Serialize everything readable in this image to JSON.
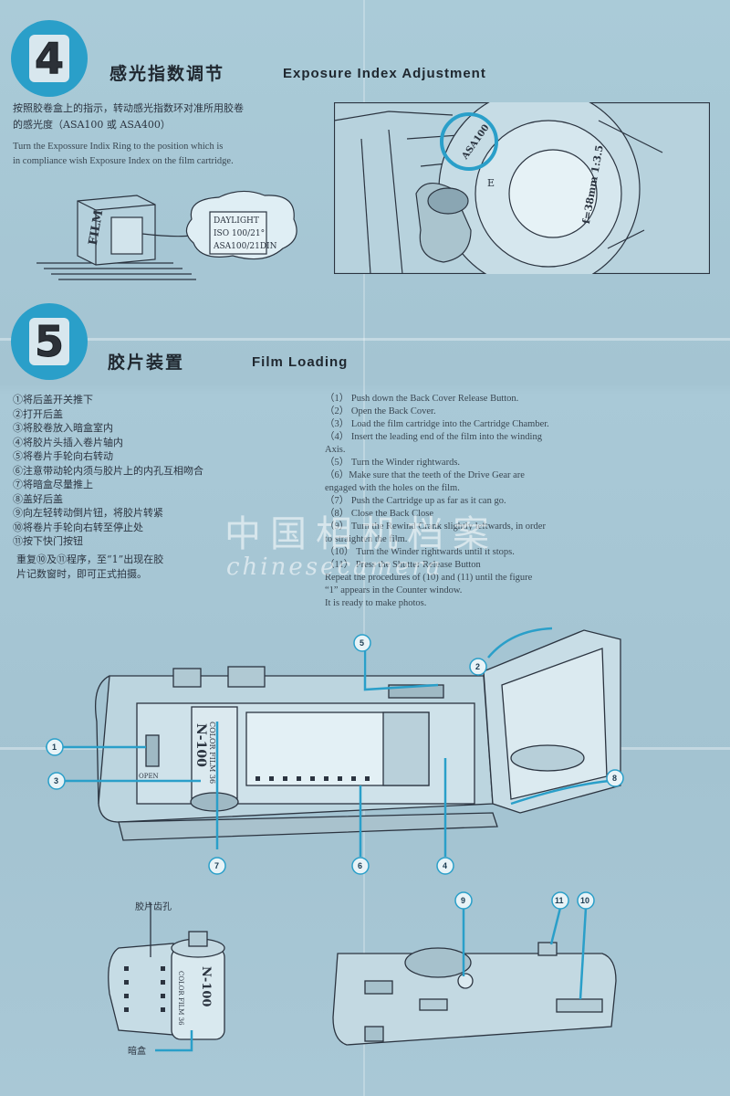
{
  "section4": {
    "number": "4",
    "title_cn": "感光指数调节",
    "title_en": "Exposure Index Adjustment",
    "text_cn_1": "按照胶卷盒上的指示，转动感光指数环对准所用胶卷",
    "text_cn_2": "的感光度（ASA100 或 ASA400）",
    "text_en_1": "Turn the Expossure Indix Ring to the position which is",
    "text_en_2": "in compliance wish Exposure Index on the film cartridge.",
    "box_label": "FILM",
    "bubble_line1": "DAYLIGHT",
    "bubble_line2": "ISO 100/21°",
    "bubble_line3": "ASA100/21DIN",
    "ring_label": "ASA100",
    "lens_label": "f=38mm 1:3.5",
    "finger_label": "E"
  },
  "section5": {
    "number": "5",
    "title_cn": "胶片装置",
    "title_en": "Film Loading",
    "steps_cn": [
      "①将后盖开关推下",
      "②打开后盖",
      "③将胶卷放入暗盒室内",
      "④将胶片头插入卷片轴内",
      "⑤将卷片手轮向右转动",
      "⑥注意带动轮内须与胶片上的内孔互相吻合",
      "⑦将暗盒尽量推上",
      "⑧盖好后盖",
      "⑨向左轻转动倒片钮，将胶片转紧",
      "⑩将卷片手轮向右转至停止处",
      "⑪按下快门按钮"
    ],
    "repeat_cn_1": "重复⑩及⑪程序，至“1”出现在胶",
    "repeat_cn_2": "片记数窗时，即可正式拍摄。",
    "steps_en": [
      "（1） Push down the Back Cover Release Button.",
      "（2） Open the Back Cover.",
      "（3） Load the film cartridge into the Cartridge Chamber.",
      "（4） Insert the leading end of the film into the winding",
      "          Axis.",
      "（5） Turn the Winder rightwards.",
      "（6）Make sure that the teeth of the Drive Gear are",
      "          engaged with the holes on the film.",
      "（7） Push the Cartridge up as far as it can go.",
      "（8） Close the Back Close",
      "（9） Turn the Rewind Crank slightly leftwards, in order",
      "          to straighten the film.",
      "（10） Turn the Winder rightwards until it stops.",
      "（11） Press the Shutter Release Button",
      "Repeat the procedures of (10) and (11) until the figure",
      "“1” appears in the Counter window.",
      "It is ready to make photos."
    ],
    "callouts": [
      "1",
      "2",
      "3",
      "4",
      "5",
      "6",
      "7",
      "8",
      "9",
      "10",
      "11"
    ],
    "open_label": "OPEN",
    "cartridge_label": "COLOR FILM 36",
    "cartridge_code": "N-100",
    "perforation_label": "胶片齿孔",
    "cassette_label": "暗盒"
  },
  "watermark": {
    "cn": "中国相机档案",
    "en": "chinesecamera"
  },
  "colors": {
    "paper": "#a8c8d6",
    "accent_blue": "#2a9fc9",
    "ink": "#202830"
  }
}
